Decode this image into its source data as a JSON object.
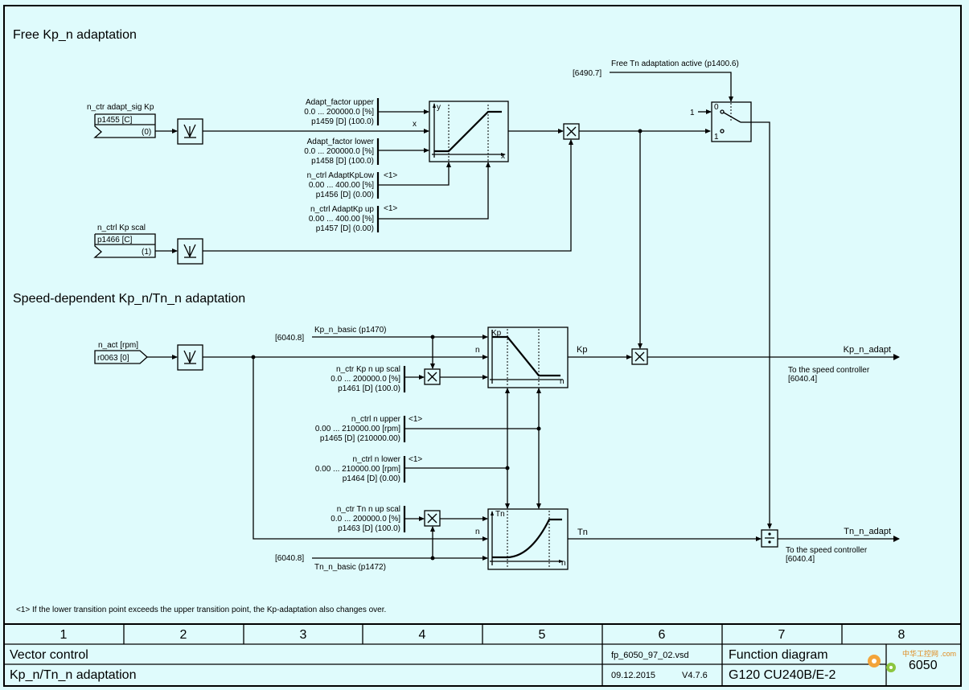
{
  "sections": {
    "free": "Free Kp_n adaptation",
    "speed": "Speed-dependent Kp_n/Tn_n adaptation"
  },
  "free_block": {
    "adapt_sig_name": "n_ctr adapt_sig Kp",
    "adapt_sig_param": "p1455 [C]",
    "adapt_sig_default": "(0)",
    "kp_scal_name": "n_ctrl Kp scal",
    "kp_scal_param": "p1466 [C]",
    "kp_scal_default": "(1)",
    "upper_name": "Adapt_factor upper",
    "upper_range": "0.0 ... 200000.0  [%]",
    "upper_param": "p1459 [D] (100.0)",
    "lower_name": "Adapt_factor lower",
    "lower_range": "0.0 ... 200000.0  [%]",
    "lower_param": "p1458 [D] (100.0)",
    "kplow_name": "n_ctrl AdaptKpLow",
    "kplow_range": "0.00 ... 400.00  [%]",
    "kplow_param": "p1456 [D] (0.00)",
    "kpup_name": "n_ctrl AdaptKp up",
    "kpup_range": "0.00 ... 400.00  [%]",
    "kpup_param": "p1457 [D] (0.00)",
    "note_ref": "<1>",
    "x_label": "x",
    "y_label": "y",
    "tn_ref": "[6490.7]",
    "tn_active": "Free Tn adaptation active (p1400.6)",
    "sw_0": "0",
    "sw_1": "1",
    "sw_in1": "1"
  },
  "speed_block": {
    "nact_name": "n_act [rpm]",
    "nact_param": "r0063 [0]",
    "kpbasic_ref": "[6040.8]",
    "kpbasic_name": "Kp_n_basic (p1470)",
    "n_label": "n",
    "kpscal_name": "n_ctr Kp n up scal",
    "kpscal_range": "0.0 ... 200000.0  [%]",
    "kpscal_param": "p1461 [D] (100.0)",
    "nupper_name": "n_ctrl n upper",
    "nupper_range": "0.00 ... 210000.00  [rpm]",
    "nupper_param": "p1465 [D] (210000.00)",
    "nlower_name": "n_ctrl n lower",
    "nlower_range": "0.00 ... 210000.00  [rpm]",
    "nlower_param": "p1464 [D] (0.00)",
    "tnscal_name": "n_ctr Tn n up scal",
    "tnscal_range": "0.0 ... 200000.0  [%]",
    "tnscal_param": "p1463 [D] (100.0)",
    "tnbasic_ref": "[6040.8]",
    "tnbasic_name": "Tn_n_basic (p1472)",
    "kp_label": "Kp",
    "tn_label": "Tn",
    "kp_out": "Kp_n_adapt",
    "tn_out": "Tn_n_adapt",
    "to_ctrl": "To the speed controller",
    "to_ctrl_ref": "[6040.4]"
  },
  "footnote": "<1>    If the lower transition point exceeds the upper transition point, the Kp-adaptation also changes over.",
  "footer": {
    "cols": [
      "1",
      "2",
      "3",
      "4",
      "5",
      "6",
      "7",
      "8"
    ],
    "title1": "Vector control",
    "title2": "Kp_n/Tn_n adaptation",
    "file": "fp_6050_97_02.vsd",
    "date": "09.12.2015",
    "version": "V4.7.6",
    "type": "Function diagram",
    "device": "G120 CU240B/E-2",
    "page": "6050",
    "watermark": "中华工控网 .com"
  }
}
